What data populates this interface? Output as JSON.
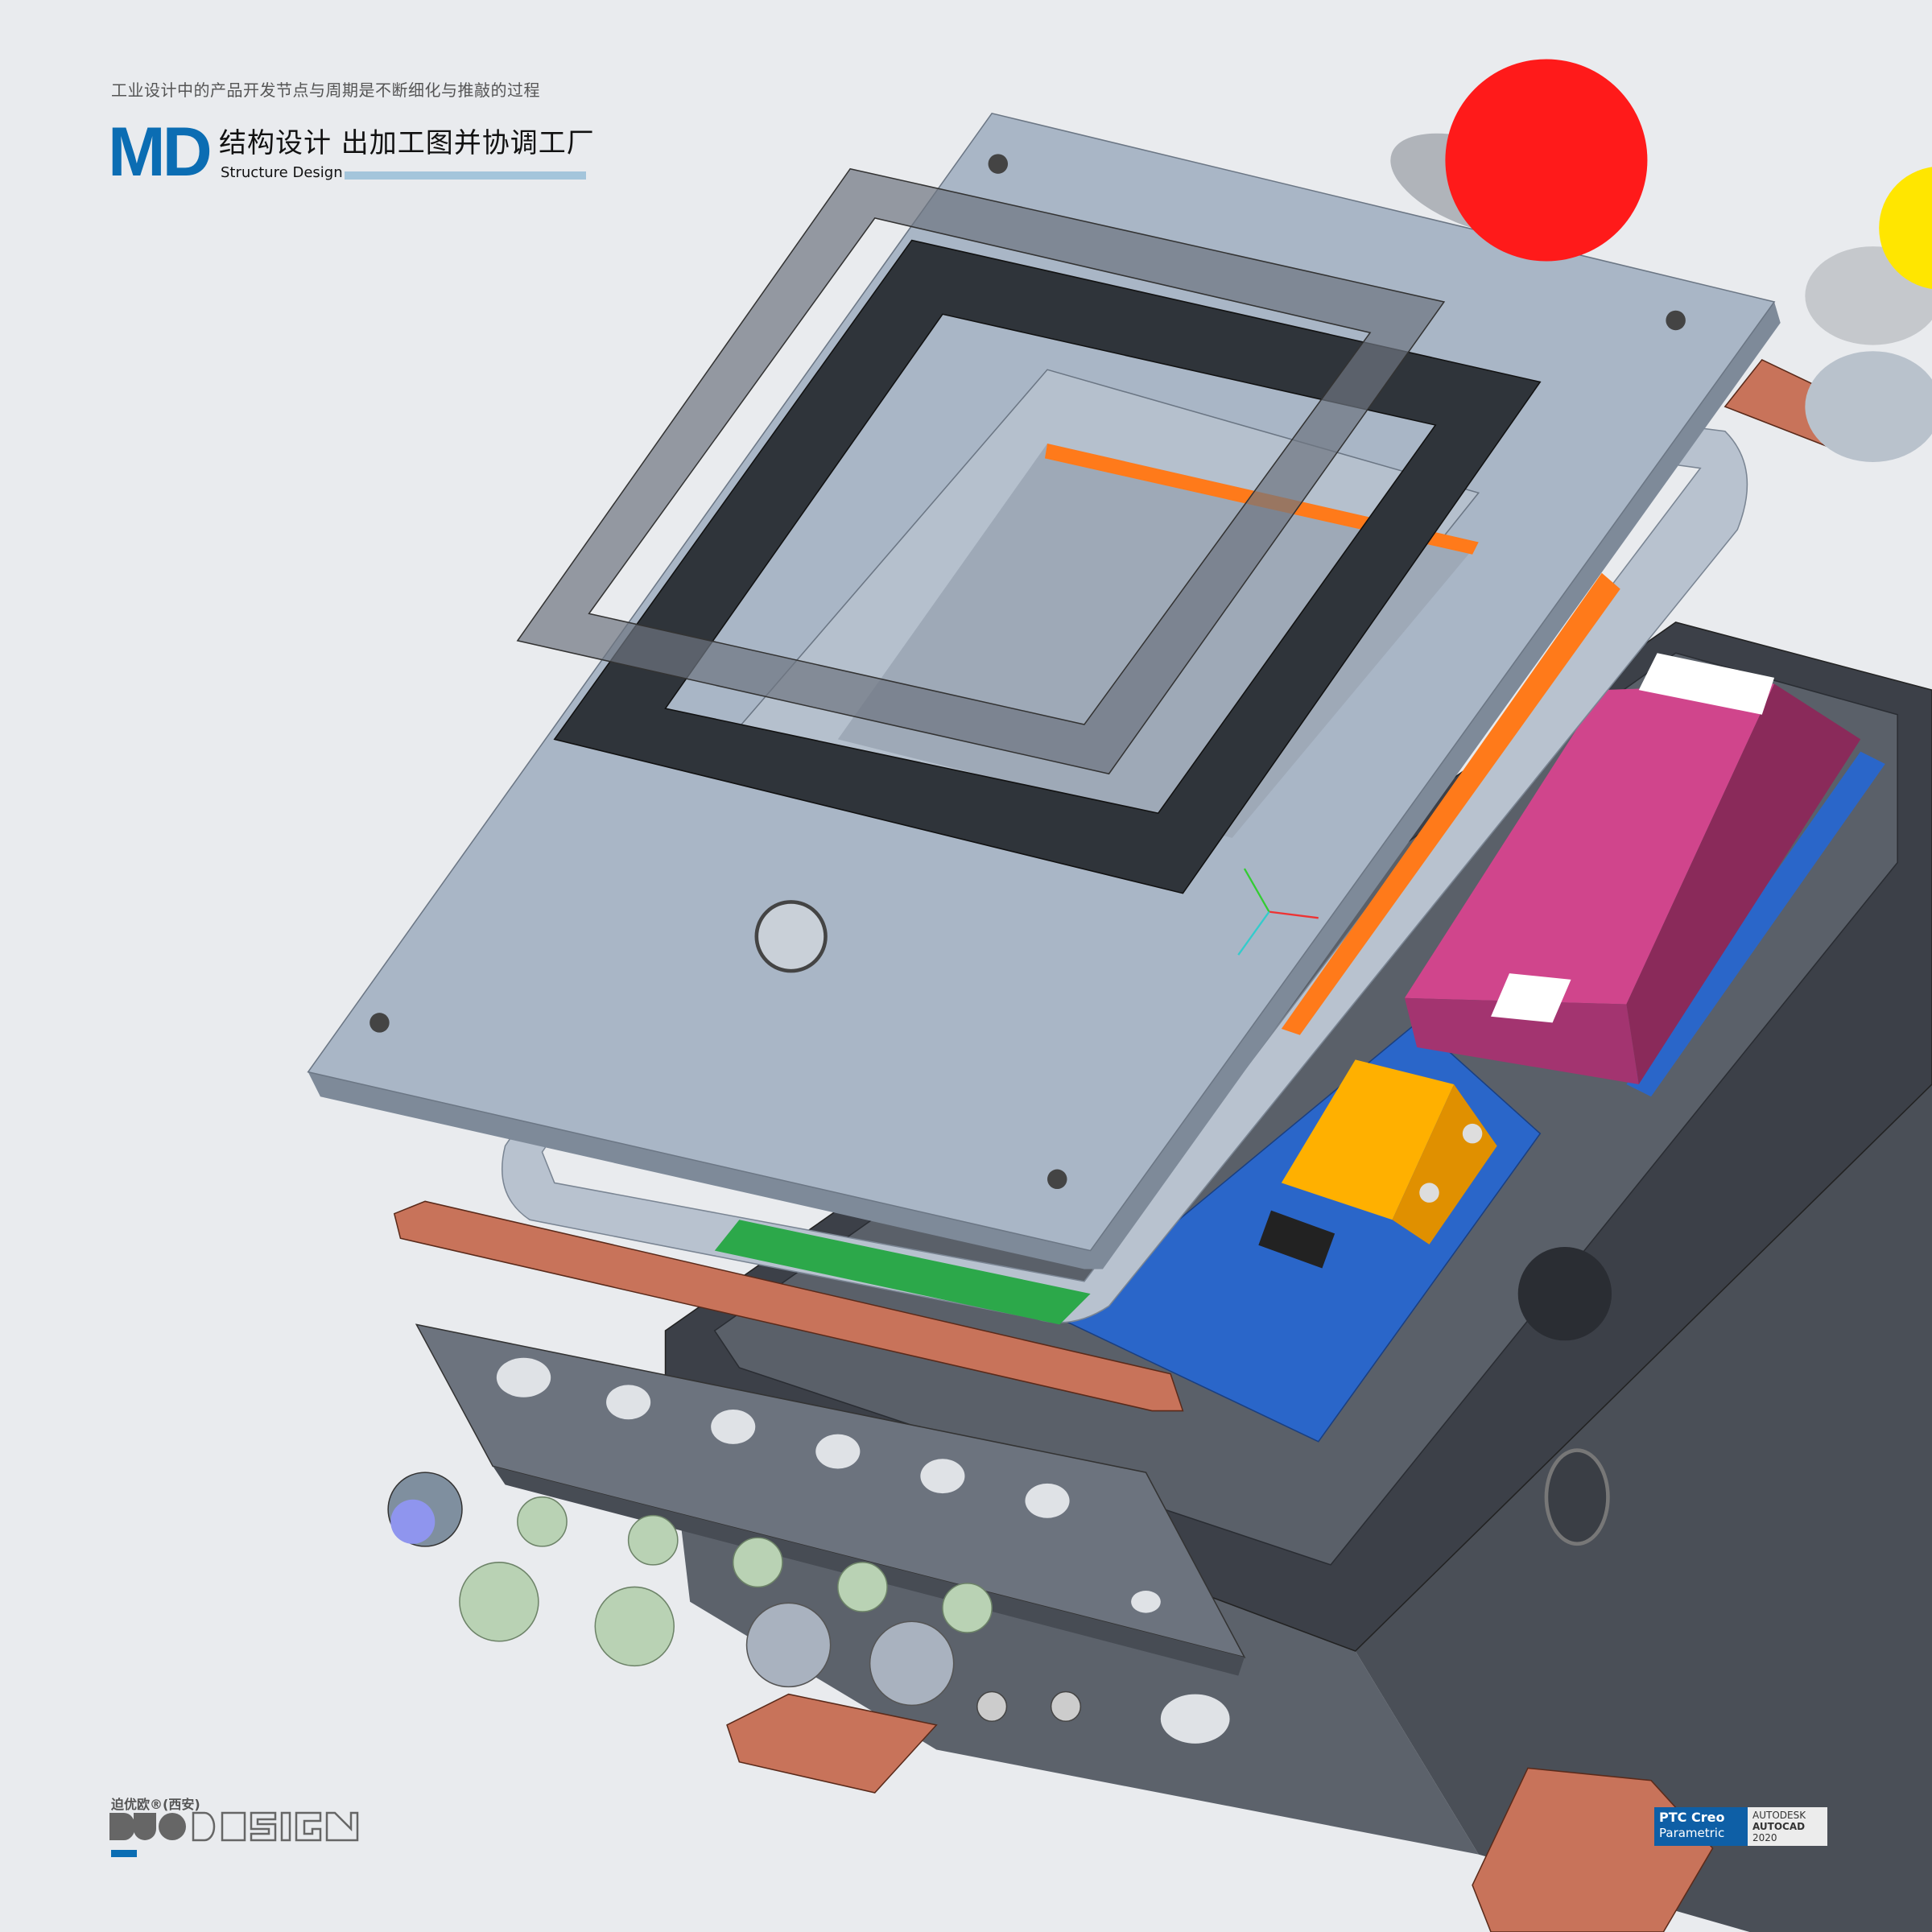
{
  "header": {
    "subtitle": "工业设计中的产品开发节点与周期是不断细化与推敲的过程",
    "badge": "MD",
    "title_cn": "结构设计 出加工图并协调工厂",
    "title_en": "Structure Design"
  },
  "brand": {
    "company_cn": "迫优欧®(西安)",
    "logo_text": "DUO DESIGN",
    "accent": "#0b6db3"
  },
  "software_badge": {
    "ptc_line1": "PTC Creo",
    "ptc_line2": "Parametric",
    "autodesk": "AUTODESK",
    "autocad": "AUTOCAD",
    "year": "2020"
  },
  "colors": {
    "background": "#e9ebee",
    "enclosure": "#4b5059",
    "lid": "#a9b6c6",
    "pcb": "#2a66c9",
    "battery": "#d0458c",
    "copper": "#c8735a",
    "red_lamp": "#ff1a1a",
    "yellow_lamp": "#ffe600"
  }
}
